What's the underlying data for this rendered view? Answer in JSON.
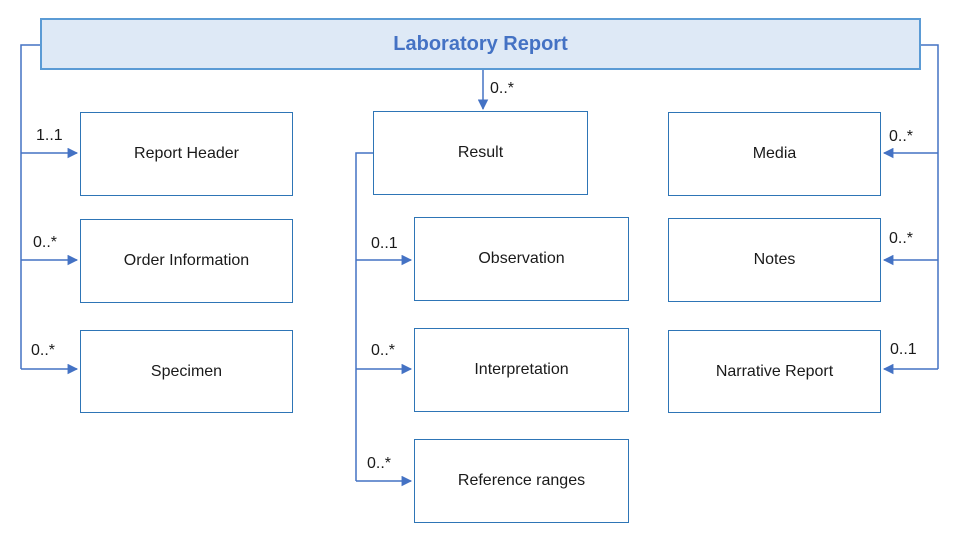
{
  "diagram": {
    "title": "Laboratory Report",
    "nodes": {
      "root": {
        "label": "Laboratory Report"
      },
      "report_header": {
        "label": "Report Header"
      },
      "order_information": {
        "label": "Order Information"
      },
      "specimen": {
        "label": "Specimen"
      },
      "result": {
        "label": "Result"
      },
      "observation": {
        "label": "Observation"
      },
      "interpretation": {
        "label": "Interpretation"
      },
      "reference_ranges": {
        "label": "Reference ranges"
      },
      "media": {
        "label": "Media"
      },
      "notes": {
        "label": "Notes"
      },
      "narrative_report": {
        "label": "Narrative Report"
      }
    },
    "edges": {
      "root_report_header": {
        "from": "Laboratory Report",
        "to": "Report Header",
        "cardinality": "1..1"
      },
      "root_order_information": {
        "from": "Laboratory Report",
        "to": "Order Information",
        "cardinality": "0..*"
      },
      "root_specimen": {
        "from": "Laboratory Report",
        "to": "Specimen",
        "cardinality": "0..*"
      },
      "root_result": {
        "from": "Laboratory Report",
        "to": "Result",
        "cardinality": "0..*"
      },
      "result_observation": {
        "from": "Result",
        "to": "Observation",
        "cardinality": "0..1"
      },
      "result_interpretation": {
        "from": "Result",
        "to": "Interpretation",
        "cardinality": "0..*"
      },
      "result_reference_ranges": {
        "from": "Result",
        "to": "Reference ranges",
        "cardinality": "0..*"
      },
      "root_media": {
        "from": "Laboratory Report",
        "to": "Media",
        "cardinality": "0..*"
      },
      "root_notes": {
        "from": "Laboratory Report",
        "to": "Notes",
        "cardinality": "0..*"
      },
      "root_narrative_report": {
        "from": "Laboratory Report",
        "to": "Narrative Report",
        "cardinality": "0..1"
      }
    },
    "colors": {
      "background": "#FFFFFF",
      "box_border": "#2E75B6",
      "connector": "#4472C4",
      "header_fill": "#DEE9F6",
      "header_border": "#5B9BD5",
      "title_text": "#4472C4",
      "body_text": "#1A1A1A"
    }
  }
}
